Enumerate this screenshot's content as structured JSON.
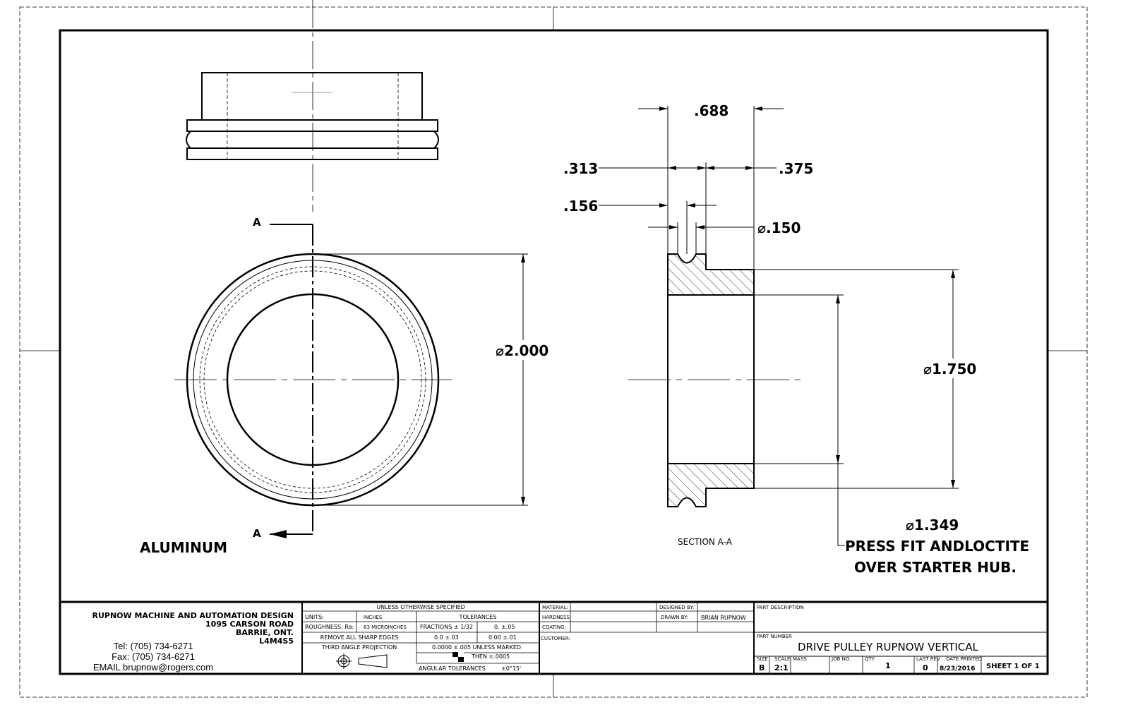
{
  "views": {
    "section_marker_top": "A",
    "section_marker_bottom": "A",
    "material_note": "ALUMINUM",
    "section_label": "SECTION A-A"
  },
  "dimensions": {
    "width_total": ".688",
    "groove_offset": ".313",
    "hub_length": ".375",
    "groove_half": ".156",
    "groove_dia": "⌀.150",
    "outer_dia": "⌀2.000",
    "hub_dia": "⌀1.750",
    "bore_dia": "⌀1.349",
    "note_line1": "PRESS FIT ANDLOCTITE",
    "note_line2": "OVER STARTER HUB."
  },
  "title_block": {
    "company": "RUPNOW MACHINE AND AUTOMATION DESIGN",
    "address1": "1095 CARSON ROAD",
    "address2": "BARRIE, ONT.",
    "postal": "L4M4S5",
    "tel": "Tel: (705) 734-6271",
    "fax": "Fax: (705) 734-6271",
    "email": "EMAIL brupnow@rogers.com",
    "unless": "UNLESS OTHERWISE SPECIFIED",
    "units_label": "UNITS:",
    "units": "INCHES",
    "rough_label": "ROUGHNESS, Ra:",
    "rough": "63 MICROINCHES",
    "sharp": "REMOVE ALL SHARP EDGES",
    "projection": "THIRD ANGLE PROJECTION",
    "tolerances": "TOLERANCES",
    "fractions": "FRACTIONS ± 1/32",
    "tol0": "0.   ±.05",
    "tol1": "0.0   ±.03",
    "tol2": "0.00   ±.01",
    "tol3": "0.0000    ±.005 UNLESS MARKED",
    "tol4": "THEN  ±.0005",
    "angular": "ANGULAR TOLERANCES",
    "angular_val": "±0°15'",
    "material_label": "MATERIAL:",
    "hardness_label": "HARDNESS:",
    "coating_label": "COATING:",
    "customer_label": "CUSTOMER:",
    "designed_label": "DESIGNED BY:",
    "drawn_label": "DRAWN BY:",
    "drawn_by": "BRIAN RUPNOW",
    "part_desc_label": "PART DESCRIPTION",
    "part_number_label": "PART NUMBER",
    "part_number": "DRIVE PULLEY RUPNOW VERTICAL",
    "size_label": "SIZE",
    "size": "B",
    "scale_label": "SCALE",
    "scale": "2:1",
    "mass_label": "MASS",
    "job_label": "JOB NO.",
    "qty_label": "QTY",
    "qty": "1",
    "rev_label": "LAST REV",
    "rev": "0",
    "date_label": "DATE PRINTED",
    "date": "8/23/2016",
    "sheet": "SHEET 1 OF  1"
  }
}
